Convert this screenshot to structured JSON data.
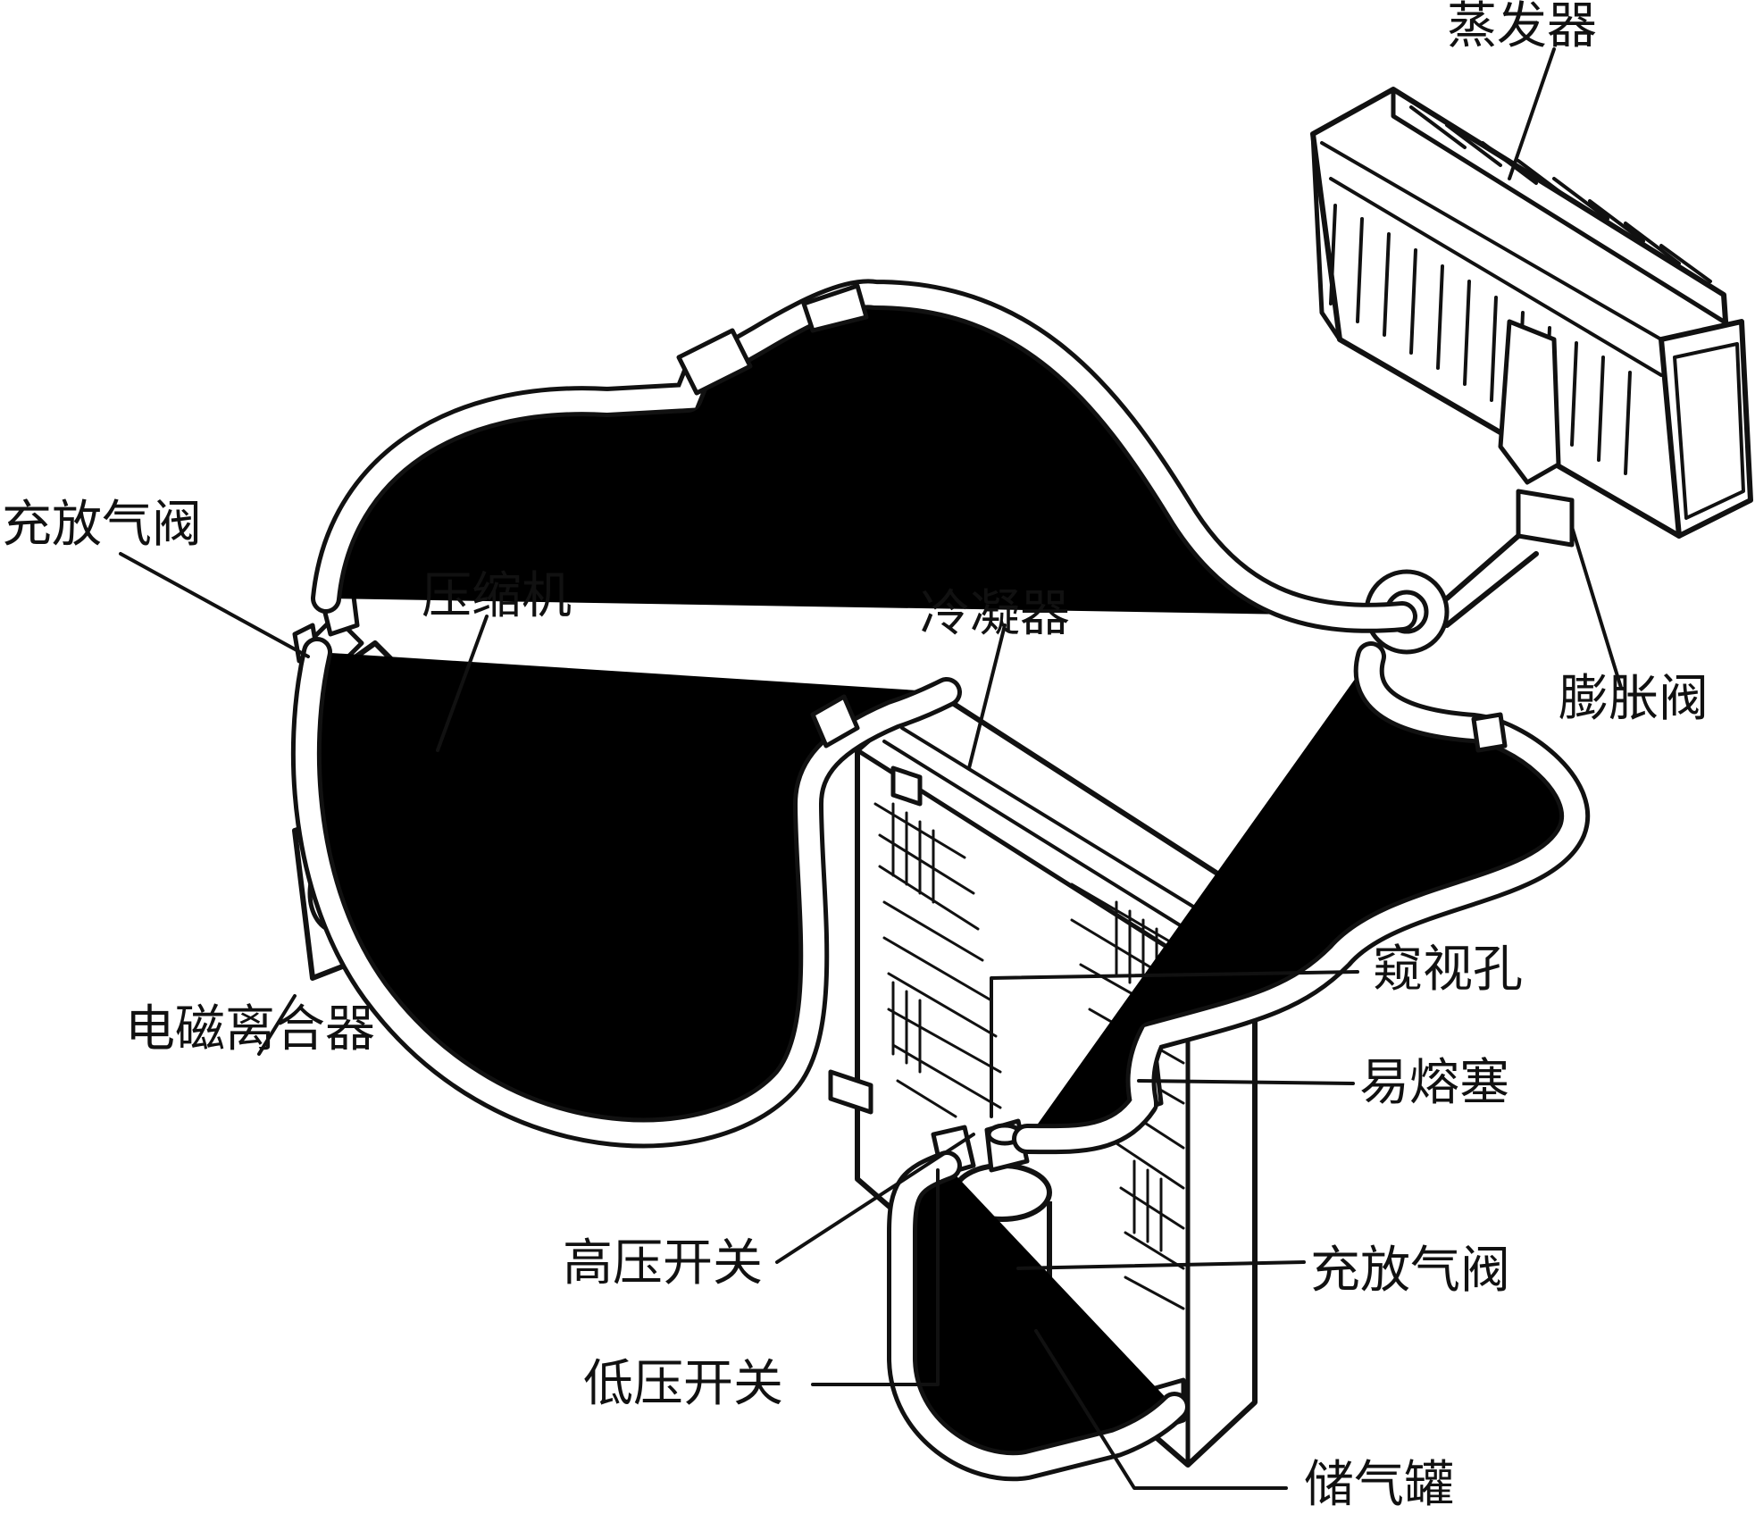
{
  "labels": {
    "evaporator": "蒸发器",
    "charge_valve_left": "充放气阀",
    "compressor": "压缩机",
    "condenser": "冷凝器",
    "expansion_valve": "膨胀阀",
    "electromagnetic_clutch": "电磁离合器",
    "sight_glass": "窥视孔",
    "fusible_plug": "易熔塞",
    "high_pressure_switch": "高压开关",
    "charge_valve_right": "充放气阀",
    "low_pressure_switch": "低压开关",
    "receiver_drier": "储气罐"
  },
  "colors": {
    "ink": "#111111",
    "background": "#ffffff"
  }
}
